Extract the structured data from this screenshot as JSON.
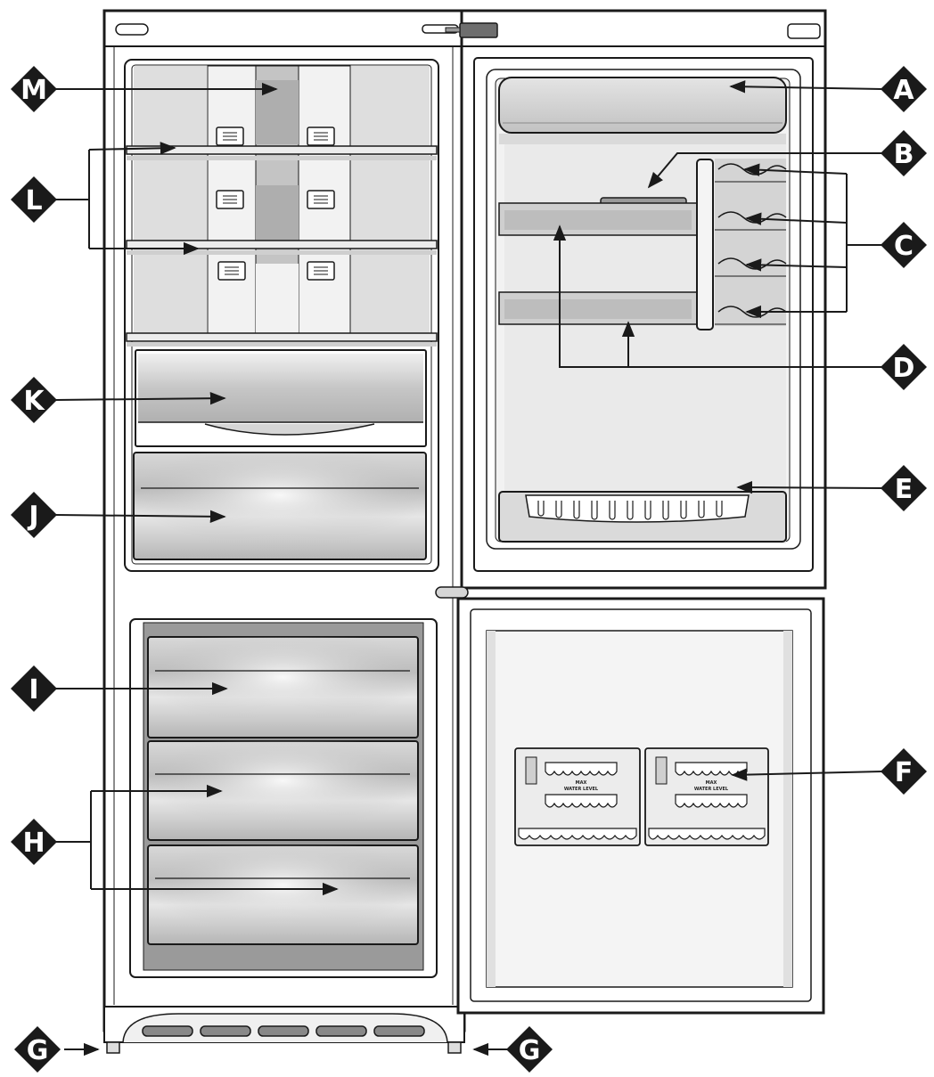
{
  "labels": {
    "A": "A",
    "B": "B",
    "C": "C",
    "D": "D",
    "E": "E",
    "F": "F",
    "G": "G",
    "H": "H",
    "I": "I",
    "J": "J",
    "K": "K",
    "L": "L",
    "M": "M"
  },
  "ice_tray": {
    "text_line1": "MAX",
    "text_line2": "WATER LEVEL"
  },
  "colors": {
    "label_fill": "#1a1a1a",
    "outline": "#1a1a1a",
    "metal": "#cfcfcf",
    "shade": "#a8a8a8"
  }
}
